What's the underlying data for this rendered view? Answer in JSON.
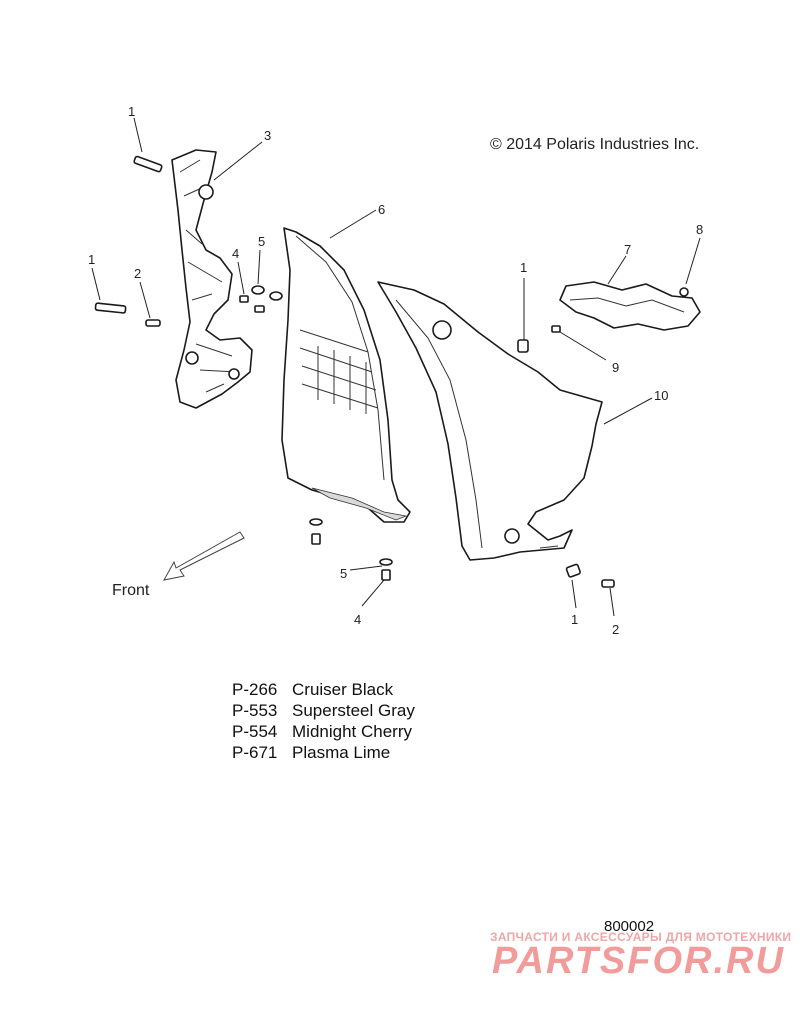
{
  "copyright": "© 2014 Polaris Industries Inc.",
  "front_label": "Front",
  "callouts": {
    "c1a": "1",
    "c1b": "1",
    "c1c": "1",
    "c1d": "1",
    "c2a": "2",
    "c2b": "2",
    "c3": "3",
    "c4a": "4",
    "c4b": "4",
    "c5a": "5",
    "c5b": "5",
    "c6": "6",
    "c7": "7",
    "c8": "8",
    "c9": "9",
    "c10": "10"
  },
  "color_options": [
    {
      "code": "P-266",
      "name": "Cruiser Black"
    },
    {
      "code": "P-553",
      "name": "Supersteel Gray"
    },
    {
      "code": "P-554",
      "name": "Midnight Cherry"
    },
    {
      "code": "P-671",
      "name": "Plasma Lime"
    }
  ],
  "drawing_number": "800002",
  "watermark": {
    "tagline": "ЗАПЧАСТИ И АКСЕССУАРЫ ДЛЯ МОТОТЕХНИКИ",
    "logo": "PARTSFOR.RU"
  },
  "icons": [
    "front-arrow-icon"
  ]
}
